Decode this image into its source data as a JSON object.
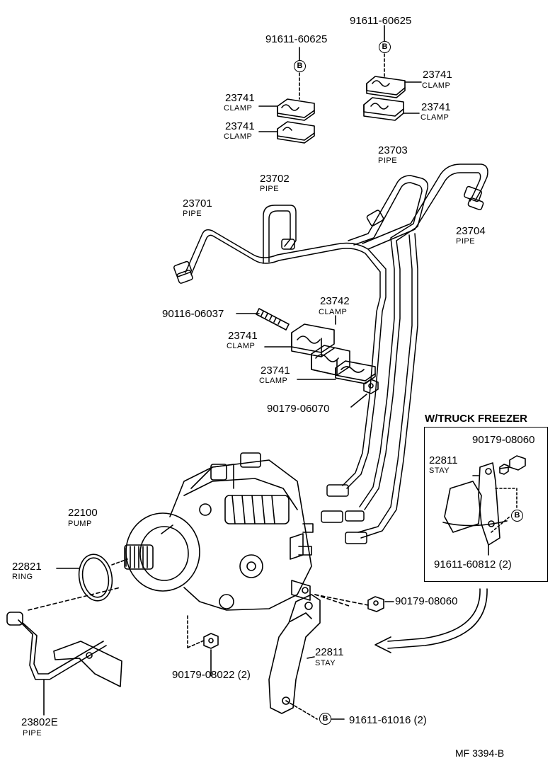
{
  "labels": {
    "bolt_top_left": "91611-60625",
    "bolt_top_right": "91611-60625",
    "b_mark": "B",
    "clamp_23741_a_num": "23741",
    "clamp_23741_a_word": "CLAMP",
    "clamp_23741_b_num": "23741",
    "clamp_23741_b_word": "CLAMP",
    "clamp_23741_c_num": "23741",
    "clamp_23741_c_word": "CLAMP",
    "clamp_23741_d_num": "23741",
    "clamp_23741_d_word": "CLAMP",
    "pipe_23703_num": "23703",
    "pipe_23703_word": "PIPE",
    "pipe_23702_num": "23702",
    "pipe_23702_word": "PIPE",
    "pipe_23701_num": "23701",
    "pipe_23701_word": "PIPE",
    "pipe_23704_num": "23704",
    "pipe_23704_word": "PIPE",
    "stud_90116": "90116-06037",
    "clamp_23742_num": "23742",
    "clamp_23742_word": "CLAMP",
    "clamp_23741_e_num": "23741",
    "clamp_23741_e_word": "CLAMP",
    "clamp_23741_f_num": "23741",
    "clamp_23741_f_word": "CLAMP",
    "nut_90179_06070": "90179-06070",
    "truck_freezer_title": "W/TRUCK FREEZER",
    "nut_90179_08060_box": "90179-08060",
    "stay_22811_box_num": "22811",
    "stay_22811_box_word": "STAY",
    "bolt_91611_60812": "91611-60812 (2)",
    "pump_num": "22100",
    "pump_word": "PUMP",
    "ring_num": "22821",
    "ring_word": "RING",
    "nut_90179_08060": "90179-08060",
    "stay_22811_num": "22811",
    "stay_22811_word": "STAY",
    "nut_90179_08022": "90179-08022 (2)",
    "bolt_91611_61016": "91611-61016 (2)",
    "pipe_23802e_num": "23802E",
    "pipe_23802e_word": "PIPE",
    "figure_code": "MF 3394-B"
  },
  "icons": {
    "b_marker": "circled-letter-b",
    "arrow": "curved-arrow"
  }
}
